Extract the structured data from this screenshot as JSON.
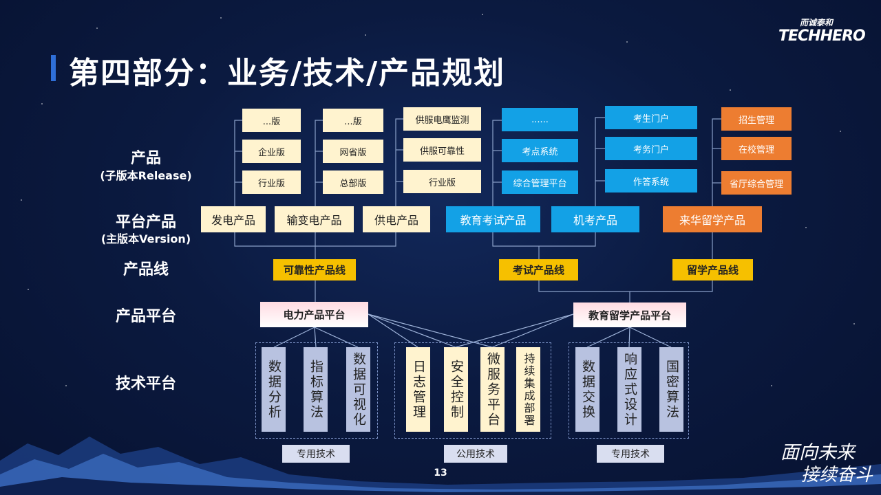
{
  "header": {
    "title": "第四部分：业务/技术/产品规划",
    "logo_cn": "而诚泰和",
    "logo_en": "TECHHERO"
  },
  "row_labels": {
    "product": "产品",
    "product_sub": "(子版本Release)",
    "platform_product": "平台产品",
    "platform_product_sub": "(主版本Version)",
    "product_line": "产品线",
    "product_platform": "产品平台",
    "tech_platform": "技术平台"
  },
  "releases": {
    "col1": [
      "...版",
      "企业版",
      "行业版"
    ],
    "col2": [
      "...版",
      "网省版",
      "总部版"
    ],
    "col3": [
      "供服电鹰监测",
      "供服可靠性",
      "行业版"
    ],
    "col4": [
      "......",
      "考点系统",
      "综合管理平台"
    ],
    "col5": [
      "考生门户",
      "考务门户",
      "作答系统"
    ],
    "col6": [
      "招生管理",
      "在校管理",
      "省厅综合管理"
    ]
  },
  "platform_products": [
    "发电产品",
    "输变电产品",
    "供电产品",
    "教育考试产品",
    "机考产品",
    "来华留学产品"
  ],
  "product_lines": [
    "可靠性产品线",
    "考试产品线",
    "留学产品线"
  ],
  "product_platforms": [
    "电力产品平台",
    "教育留学产品平台"
  ],
  "tech_groups": [
    {
      "items": [
        "数据分析",
        "指标算法",
        "数据可视化"
      ],
      "tag": "专用技术"
    },
    {
      "items": [
        "日志管理",
        "安全控制",
        "微服务平台",
        "持续集成部署"
      ],
      "tag": "公用技术"
    },
    {
      "items": [
        "数据交换",
        "响应式设计",
        "国密算法"
      ],
      "tag": "专用技术"
    }
  ],
  "footer": {
    "page_number": "13",
    "slogan_line1": "面向未来",
    "slogan_line2": "接续奋斗"
  },
  "colors": {
    "background": "#0b1a40",
    "cream": "#fff3cf",
    "blue": "#13a1e6",
    "orange": "#ed7d31",
    "gold": "#f6c000",
    "lavender": "#b8c2e0",
    "title_accent": "#2f6fd8"
  }
}
